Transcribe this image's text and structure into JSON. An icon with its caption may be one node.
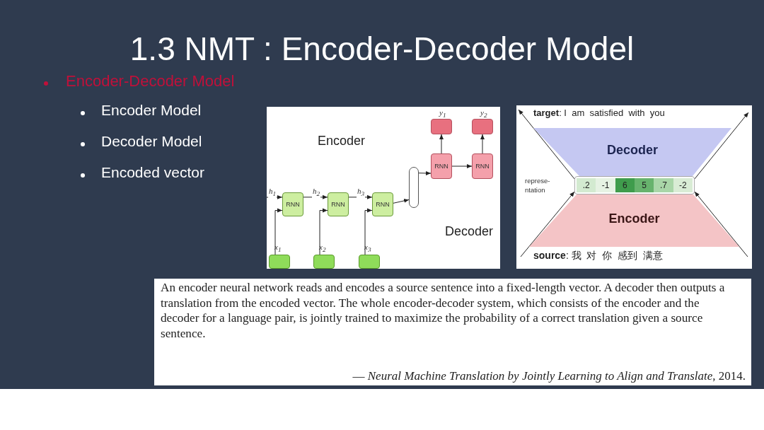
{
  "diagram": {
    "title": "1.3 NMT : Encoder-Decoder Model",
    "nodes": [
      {
        "text": [
          "RNN"
        ]
      },
      {
        "text": [
          "RNN"
        ]
      },
      {
        "text": [
          "RNN"
        ]
      },
      {
        "text": [],
        "shape": "box"
      },
      {
        "text": [
          "RNN"
        ]
      },
      {
        "text": [
          "RNN"
        ]
      },
      {
        "text": [],
        "shape": "box",
        "beside": [
          "y$_{1}$"
        ]
      },
      {
        "text": [],
        "shape": "box",
        "beside": [
          "y$_{2}$"
        ]
      },
      {
        "text": [],
        "shape": "box",
        "beside": [
          "x$_{1}$"
        ]
      },
      {
        "text": [],
        "shape": "box",
        "beside": [
          "x$_{2}$"
        ]
      },
      {
        "text": [],
        "shape": "box",
        "beside": [
          "x$_{3}$"
        ]
      },
      {
        "text": [
          "Decoder"
        ]
      },
      {
        "text": [
          ".2",
          "-1",
          "6",
          "5",
          ".7",
          "-2"
        ]
      },
      {
        "text": [
          "Encoder"
        ]
      }
    ],
    "edges": [
      {
        "from": null,
        "to": 0,
        "arrow": "to",
        "label": "h$_{1}$"
      },
      {
        "from": 0,
        "to": 1,
        "arrow": "to",
        "label": "h$_{2}$"
      },
      {
        "from": 1,
        "to": 2,
        "arrow": "to",
        "label": "h$_{3}$"
      },
      {
        "from": 2,
        "to": 3,
        "arrow": "to"
      },
      {
        "from": 3,
        "to": 4,
        "arrow": "to"
      },
      {
        "from": 4,
        "to": 5,
        "arrow": "to"
      },
      {
        "from": 4,
        "to": 6,
        "arrow": "to"
      },
      {
        "from": 5,
        "to": 7,
        "arrow": "to"
      },
      {
        "from": 8,
        "to": 0,
        "arrow": "to"
      },
      {
        "from": 9,
        "to": 1,
        "arrow": "to"
      },
      {
        "from": 10,
        "to": 2,
        "arrow": "to"
      },
      {
        "from": null,
        "to": 12,
        "arrow": "to"
      },
      {
        "from": null,
        "to": 12,
        "arrow": "to"
      },
      {
        "from": 12,
        "to": null,
        "arrow": "to"
      },
      {
        "from": 12,
        "to": null,
        "arrow": "to"
      }
    ],
    "labels": [
      "Encoder-Decoder Model",
      "Encoder Model",
      "Decoder Model",
      "Encoded vector",
      "Encoder",
      "Decoder",
      "**target**: I  am  satisfied  with  you",
      "**source**: 我  对  你  感到  满意",
      "An encoder neural network reads and encodes a source sentence into a fixed-length vector. A decoder then outputs a translation from the encoded vector. The whole encoder-decoder system, which consists of the encoder and the decoder for a language pair, is jointly trained to maximize the probability of a correct translation given a source sentence.",
      "— *Neural Machine Translation by Jointly Learning to Align and Translate*, 2014.",
      "represe- ntation"
    ]
  }
}
